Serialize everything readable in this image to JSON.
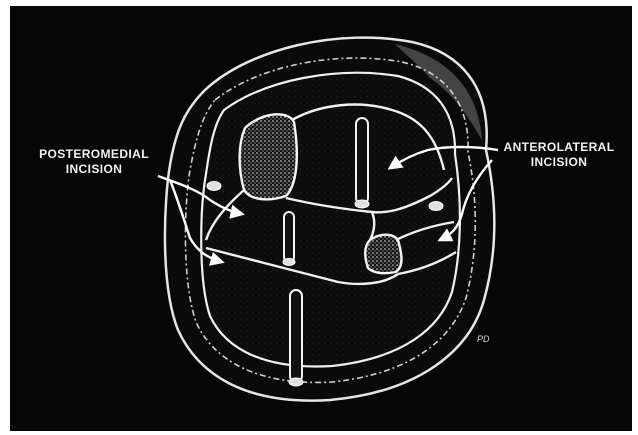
{
  "labels": {
    "left": {
      "line1": "POSTEROMEDIAL",
      "line2": "INCISION"
    },
    "right": {
      "line1": "ANTEROLATERAL",
      "line2": "INCISION"
    }
  },
  "signature": "PD",
  "colors": {
    "background": "#060606",
    "ink": "#f2f2f2",
    "page": "#ffffff"
  }
}
